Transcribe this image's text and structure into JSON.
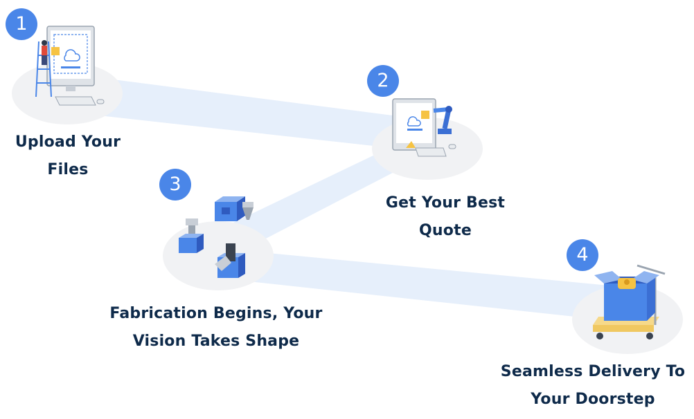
{
  "steps": [
    {
      "number": "1",
      "line1": "Upload Your",
      "line2": "Files",
      "icon": "computer-upload-icon"
    },
    {
      "number": "2",
      "line1": "Get Your Best",
      "line2": "Quote",
      "icon": "robot-arm-quote-icon"
    },
    {
      "number": "3",
      "line1": "Fabrication Begins, Your",
      "line2": "Vision Takes Shape",
      "icon": "machining-parts-icon"
    },
    {
      "number": "4",
      "line1": "Seamless Delivery To",
      "line2": "Your Doorstep",
      "icon": "delivery-cart-icon"
    }
  ],
  "colors": {
    "badge": "#4a86e8",
    "path": "#e6effb",
    "circle": "#f1f2f4",
    "text": "#0e2a4a"
  }
}
